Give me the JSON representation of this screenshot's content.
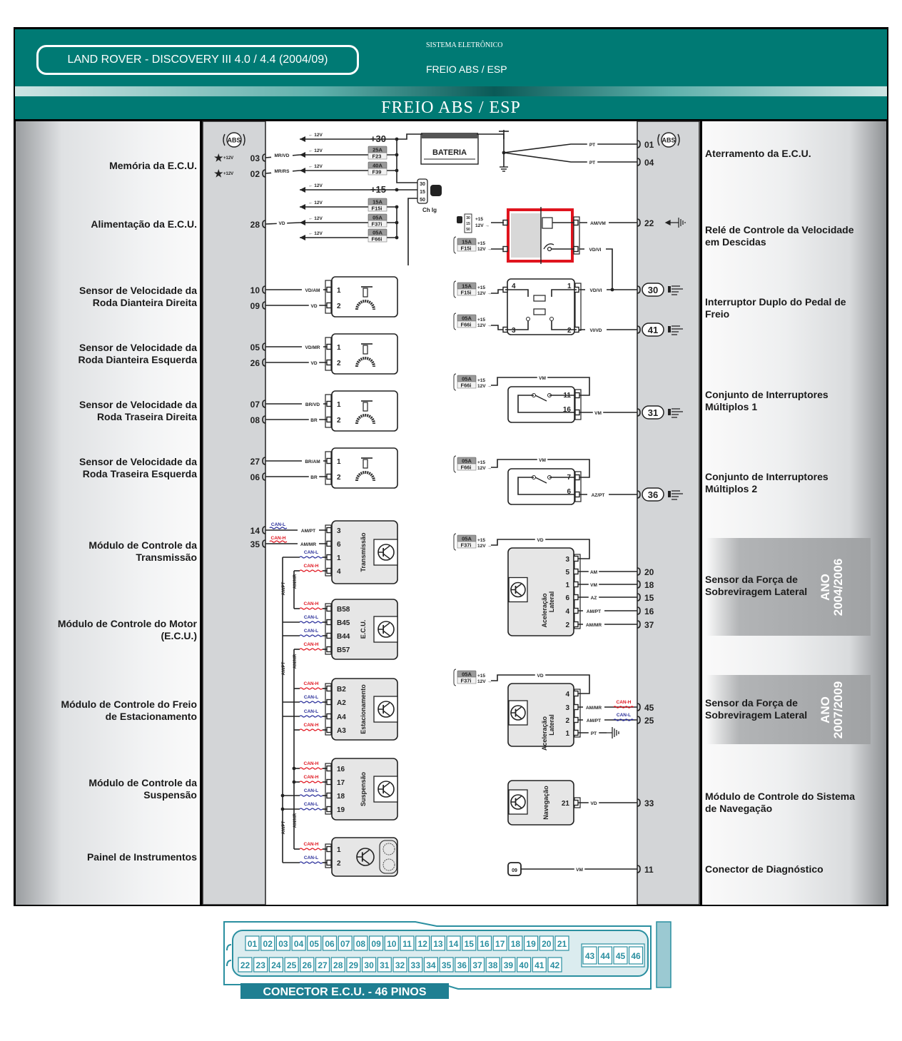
{
  "header": {
    "vehicle_title": "LAND ROVER - DISCOVERY III 4.0 / 4.4 (2004/09)",
    "system_label": "SISTEMA ELETRÔNICO",
    "system_name": "FREIO ABS / ESP",
    "diagram_title": "FREIO ABS / ESP"
  },
  "left_labels": [
    {
      "id": "memoria",
      "text": "Memória da E.C.U."
    },
    {
      "id": "alimentacao",
      "text": "Alimentação da E.C.U."
    },
    {
      "id": "sensor-dd",
      "text": "Sensor de Velocidade da\nRoda Dianteira Direita"
    },
    {
      "id": "sensor-de",
      "text": "Sensor de Velocidade da\nRoda Dianteira Esquerda"
    },
    {
      "id": "sensor-td",
      "text": "Sensor de Velocidade da\nRoda Traseira Direita"
    },
    {
      "id": "sensor-te",
      "text": "Sensor de Velocidade da\nRoda Traseira Esquerda"
    },
    {
      "id": "mod-transmissao",
      "text": "Módulo de Controle da\nTransmissão"
    },
    {
      "id": "mod-motor",
      "text": "Módulo de Controle do Motor\n(E.C.U.)"
    },
    {
      "id": "mod-freio-est",
      "text": "Módulo de Controle do Freio\nde Estacionamento"
    },
    {
      "id": "mod-suspensao",
      "text": "Módulo de Controle da\nSuspensão"
    },
    {
      "id": "painel",
      "text": "Painel de Instrumentos"
    }
  ],
  "right_labels": [
    {
      "id": "aterramento",
      "text": "Aterramento da E.C.U."
    },
    {
      "id": "rele-descidas",
      "text": "Relé de Controle da Velocidade\nem Descidas"
    },
    {
      "id": "interruptor-pedal",
      "text": "Interruptor Duplo do Pedal de\nFreio"
    },
    {
      "id": "conj-interruptores-1",
      "text": "Conjunto de Interruptores\nMúltiplos 1"
    },
    {
      "id": "conj-interruptores-2",
      "text": "Conjunto de Interruptores\nMúltiplos 2"
    },
    {
      "id": "sensor-forca-1",
      "text": "Sensor da Força de\nSobreviragem Lateral"
    },
    {
      "id": "sensor-forca-2",
      "text": "Sensor da Força de\nSobreviragem Lateral"
    },
    {
      "id": "mod-navegacao",
      "text": "Módulo de Controle do Sistema\nde Navegação"
    },
    {
      "id": "conector-diag",
      "text": "Conector de Diagnóstico"
    }
  ],
  "year_badges": [
    {
      "line1": "ANO",
      "line2": "2004/2006"
    },
    {
      "line1": "ANO",
      "line2": "2007/2009"
    }
  ],
  "ecu": {
    "abs_badge": "ABS",
    "star_note": "+12V"
  },
  "power": {
    "rail_30": "+30",
    "rail_15": "+15",
    "battery_label": "BATERIA",
    "ignition_label": "Ch Ig",
    "ignition_terminals": [
      "30",
      "15",
      "50"
    ],
    "voltage_arrow": "12V",
    "plus15": "+15",
    "fuses": [
      {
        "amp": "25A",
        "name": "F23"
      },
      {
        "amp": "40A",
        "name": "F39"
      },
      {
        "amp": "15A",
        "name": "F15i"
      },
      {
        "amp": "05A",
        "name": "F37i"
      },
      {
        "amp": "05A",
        "name": "F66i"
      }
    ]
  },
  "left_pins": [
    {
      "pin": "03",
      "wire": "MR/VD"
    },
    {
      "pin": "02",
      "wire": "MR/RS"
    },
    {
      "pin": "28",
      "wire": "VD"
    },
    {
      "pin": "10",
      "wire": "VD/AM"
    },
    {
      "pin": "09",
      "wire": "VD"
    },
    {
      "pin": "05",
      "wire": "VD/MR"
    },
    {
      "pin": "26",
      "wire": "VD"
    },
    {
      "pin": "07",
      "wire": "BR/VD"
    },
    {
      "pin": "08",
      "wire": "BR"
    },
    {
      "pin": "27",
      "wire": "BR/AM"
    },
    {
      "pin": "06",
      "wire": "BR"
    },
    {
      "pin": "14",
      "wire": "AM/PT",
      "bus": "CAN-L"
    },
    {
      "pin": "35",
      "wire": "AM/MR",
      "bus": "CAN-H"
    }
  ],
  "sensor_pins": [
    "1",
    "2"
  ],
  "can_modules": [
    {
      "name": "Transmissão",
      "pins": [
        {
          "pin": "3",
          "bus": ""
        },
        {
          "pin": "6",
          "bus": ""
        },
        {
          "pin": "1",
          "bus": "CAN-L"
        },
        {
          "pin": "4",
          "bus": "CAN-H"
        }
      ]
    },
    {
      "name": "E.C.U.",
      "pins": [
        {
          "pin": "B58",
          "bus": "CAN-H"
        },
        {
          "pin": "B45",
          "bus": "CAN-L"
        },
        {
          "pin": "B44",
          "bus": "CAN-L"
        },
        {
          "pin": "B57",
          "bus": "CAN-H"
        }
      ]
    },
    {
      "name": "Estacionamento",
      "pins": [
        {
          "pin": "B2",
          "bus": "CAN-H"
        },
        {
          "pin": "A2",
          "bus": "CAN-L"
        },
        {
          "pin": "A4",
          "bus": "CAN-L"
        },
        {
          "pin": "A3",
          "bus": "CAN-H"
        }
      ]
    },
    {
      "name": "Suspensão",
      "pins": [
        {
          "pin": "16",
          "bus": "CAN-H"
        },
        {
          "pin": "17",
          "bus": "CAN-H"
        },
        {
          "pin": "18",
          "bus": "CAN-L"
        },
        {
          "pin": "19",
          "bus": "CAN-L"
        }
      ]
    },
    {
      "name": "",
      "pins": [
        {
          "pin": "1",
          "bus": "CAN-H"
        },
        {
          "pin": "2",
          "bus": "CAN-L"
        }
      ]
    }
  ],
  "can_trunk_labels": [
    "AM/PT",
    "AM/MR"
  ],
  "right_pins": [
    {
      "pin": "01",
      "wire": "PT"
    },
    {
      "pin": "04",
      "wire": "PT"
    },
    {
      "pin": "22",
      "wire": "AM/VM"
    },
    {
      "pin": "30",
      "wire": "VD/VI",
      "circled": true
    },
    {
      "pin": "41",
      "wire": "VI/VD",
      "circled": true
    },
    {
      "pin": "31",
      "wire": "VM",
      "circled": true
    },
    {
      "pin": "36",
      "wire": "AZ/PT",
      "circled": true
    },
    {
      "pin": "20",
      "wire": "AM"
    },
    {
      "pin": "18",
      "wire": "VM"
    },
    {
      "pin": "15",
      "wire": "AZ"
    },
    {
      "pin": "16",
      "wire": "AM/PT"
    },
    {
      "pin": "37",
      "wire": "AM/MR"
    },
    {
      "pin": "45",
      "wire": "AM/MR",
      "bus": "CAN-H"
    },
    {
      "pin": "25",
      "wire": "AM/PT",
      "bus": "CAN-L"
    },
    {
      "pin": "33",
      "wire": "VD"
    },
    {
      "pin": "11",
      "wire": "VM"
    }
  ],
  "relay": {
    "wire_out2": "VD/VI"
  },
  "pedal_switch": {
    "pins": [
      "4",
      "1",
      "3",
      "2"
    ]
  },
  "multi_switch_1": {
    "pins": [
      "11",
      "16"
    ],
    "loop_wire": "VM"
  },
  "multi_switch_2": {
    "pins": [
      "7",
      "6"
    ],
    "loop_wire": "VM"
  },
  "lateral_sensor_1": {
    "name": "Aceleração\nLateral",
    "pins": [
      "3",
      "5",
      "1",
      "6",
      "4",
      "2"
    ],
    "feed_wire": "VD"
  },
  "lateral_sensor_2": {
    "name": "Aceleração\nLateral",
    "pins": [
      "4",
      "3",
      "2",
      "1"
    ],
    "feed_wire": "VD",
    "ground_wire": "PT"
  },
  "navigation": {
    "name": "Navegação",
    "pin": "21"
  },
  "diag_connector": {
    "pin": "09"
  },
  "ecu_connector": {
    "title": "CONECTOR E.C.U. - 46 PINOS",
    "row1": [
      "01",
      "02",
      "03",
      "04",
      "05",
      "06",
      "07",
      "08",
      "09",
      "10",
      "11",
      "12",
      "13",
      "14",
      "15",
      "16",
      "17",
      "18",
      "19",
      "20",
      "21"
    ],
    "row2": [
      "22",
      "23",
      "24",
      "25",
      "26",
      "27",
      "28",
      "29",
      "30",
      "31",
      "32",
      "33",
      "34",
      "35",
      "36",
      "37",
      "38",
      "39",
      "40",
      "41",
      "42"
    ],
    "block": [
      "43",
      "44",
      "45",
      "46"
    ]
  },
  "colors": {
    "teal": "#007a74",
    "can_h": "#e0141e",
    "can_l": "#2a2f9a",
    "highlight": "#e0141e",
    "connector": "#2a8fa0"
  }
}
